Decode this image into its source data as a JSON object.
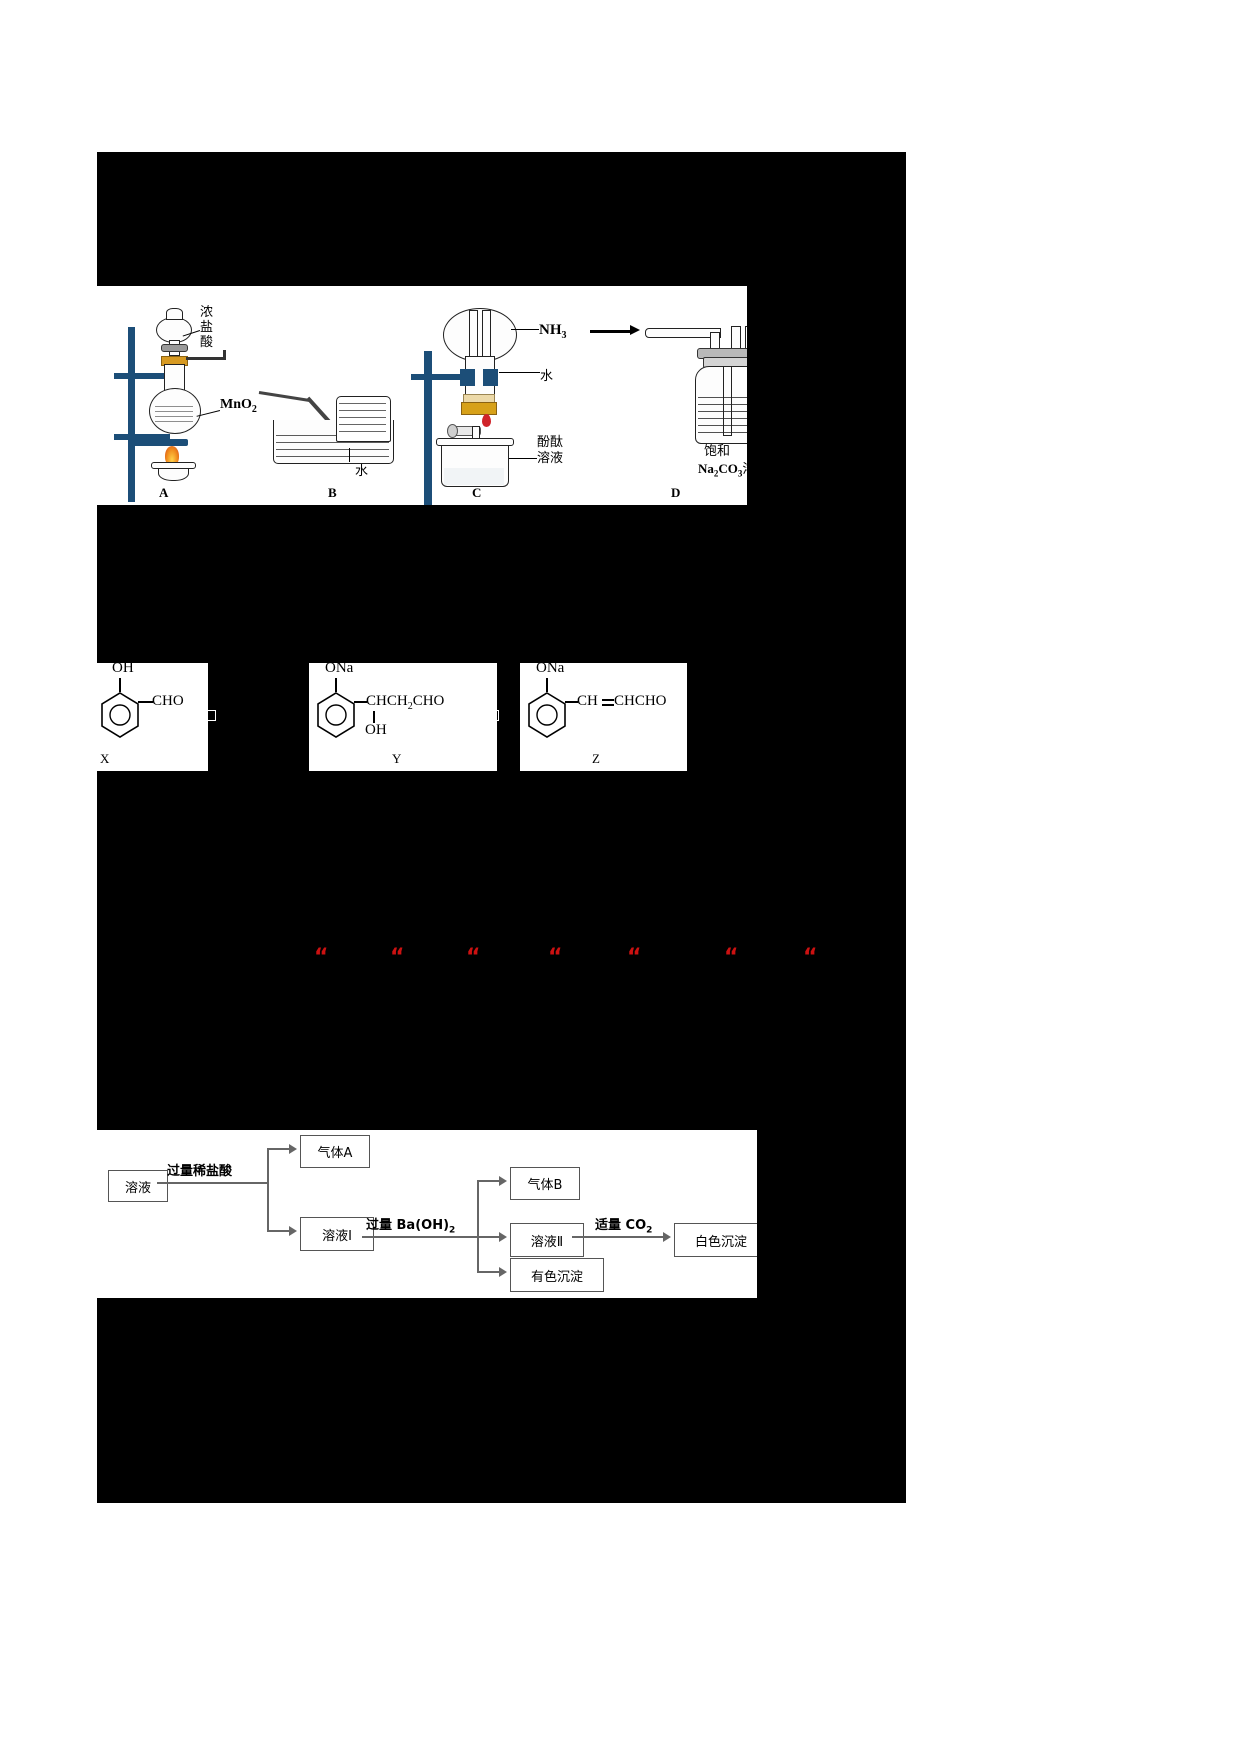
{
  "document": {
    "type": "scanned-exam-page",
    "background_color": "#000000",
    "page_color": "#ffffff"
  },
  "figure_apparatus": {
    "name": "gas-preparation-apparatus-figure",
    "panels": [
      {
        "letter": "A",
        "labels": [
          "浓",
          "盐",
          "酸",
          "MnO",
          "2"
        ]
      },
      {
        "letter": "B",
        "labels": [
          "水"
        ]
      },
      {
        "letter": "C",
        "labels": [
          "NH",
          "3",
          "水",
          "酚酞",
          "溶液"
        ]
      },
      {
        "letter": "D",
        "labels": [
          "饱和",
          "Na",
          "2",
          "CO",
          "3",
          "溶液"
        ]
      }
    ],
    "panel_a": {
      "reagent_top_l1": "浓",
      "reagent_top_l2": "盐",
      "reagent_top_l3": "酸",
      "solid": "MnO",
      "solid_sub": "2",
      "letter": "A"
    },
    "panel_b": {
      "water": "水",
      "letter": "B"
    },
    "panel_c": {
      "gas": "NH",
      "gas_sub": "3",
      "water": "水",
      "indicator_l1": "酚酞",
      "indicator_l2": "溶液",
      "letter": "C"
    },
    "panel_d": {
      "solution_l1": "饱和",
      "solution_l2_a": "Na",
      "solution_l2_sub1": "2",
      "solution_l2_b": "CO",
      "solution_l2_sub2": "3",
      "solution_l2_c": "溶液",
      "letter": "D"
    }
  },
  "figure_structures": {
    "name": "organic-structures-figure",
    "items": [
      {
        "letter": "X",
        "top_group": "OH",
        "side_group": "CHO",
        "bottom_group": ""
      },
      {
        "letter": "Y",
        "top_group": "ONa",
        "side_group": "CHCH",
        "side_sub": "2",
        "side_tail": "CHO",
        "bottom_group": "OH"
      },
      {
        "letter": "Z",
        "top_group": "ONa",
        "side_group": "CH",
        "side_link": "CHCHO",
        "bottom_group": ""
      }
    ]
  },
  "quote_marks": {
    "name": "red-quotation-marks-row",
    "color": "#cc1111",
    "glyph": "“",
    "count": 7
  },
  "figure_flow": {
    "name": "solution-analysis-flowchart",
    "nodes": [
      {
        "id": "solution",
        "label": "溶液"
      },
      {
        "id": "gas-a",
        "label": "气体A"
      },
      {
        "id": "solution-1",
        "label": "溶液Ⅰ"
      },
      {
        "id": "gas-b",
        "label": "气体B"
      },
      {
        "id": "solution-2",
        "label": "溶液Ⅱ"
      },
      {
        "id": "colored-ppt",
        "label": "有色沉淀"
      },
      {
        "id": "white-ppt",
        "label": "白色沉淀"
      }
    ],
    "edges": [
      {
        "id": "excess-hcl",
        "label": "过量稀盐酸"
      },
      {
        "id": "excess-baoh2",
        "label": "过量 Ba(OH)",
        "sub": "2"
      },
      {
        "id": "suitable-co2",
        "label": "适量 CO",
        "sub": "2"
      }
    ]
  }
}
